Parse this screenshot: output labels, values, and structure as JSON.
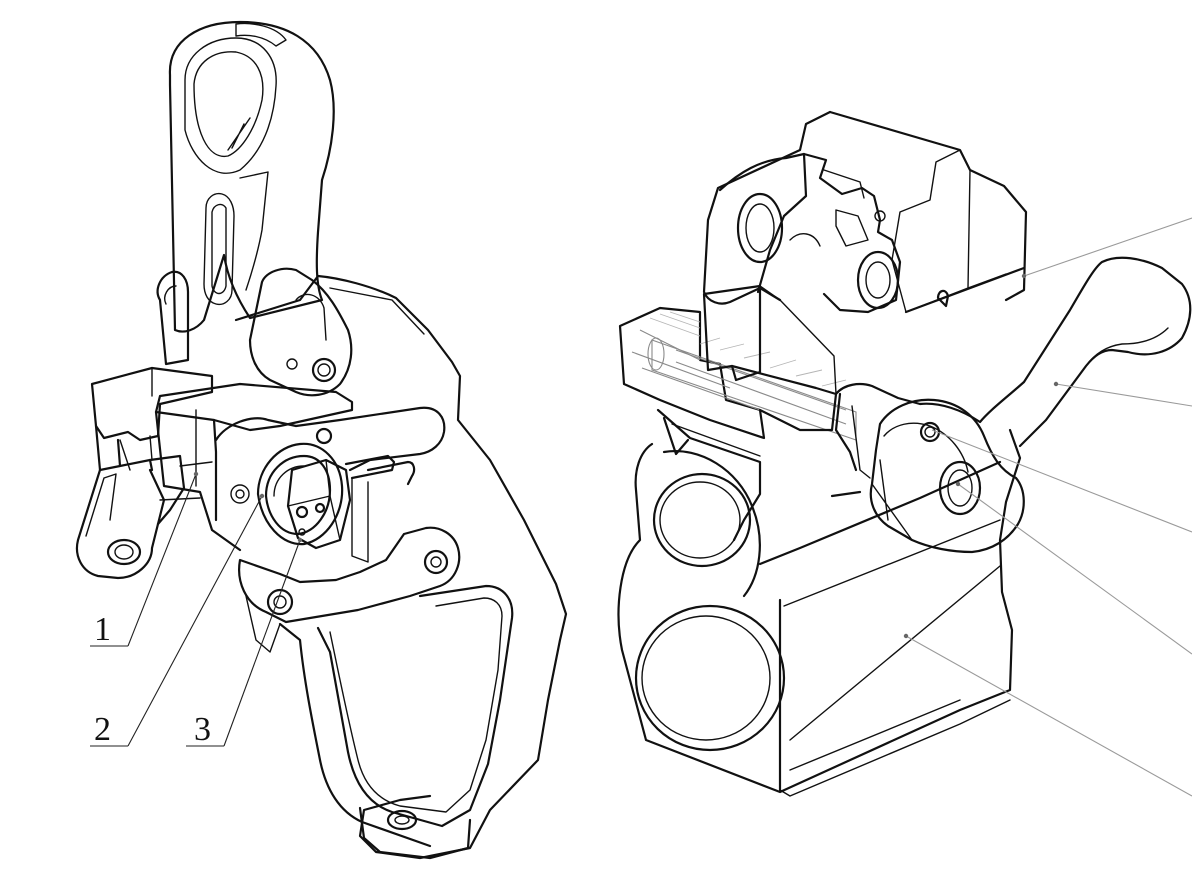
{
  "figure": {
    "left_view": {
      "callouts": [
        {
          "id": "callout-1",
          "label": "1"
        },
        {
          "id": "callout-2",
          "label": "2"
        },
        {
          "id": "callout-3",
          "label": "3"
        }
      ]
    },
    "right_view": {
      "callouts": []
    }
  },
  "colors": {
    "ink": "#111111",
    "ghost_line": "#8a8a8a",
    "leader_grey": "#9a9a9a",
    "background": "#ffffff"
  }
}
